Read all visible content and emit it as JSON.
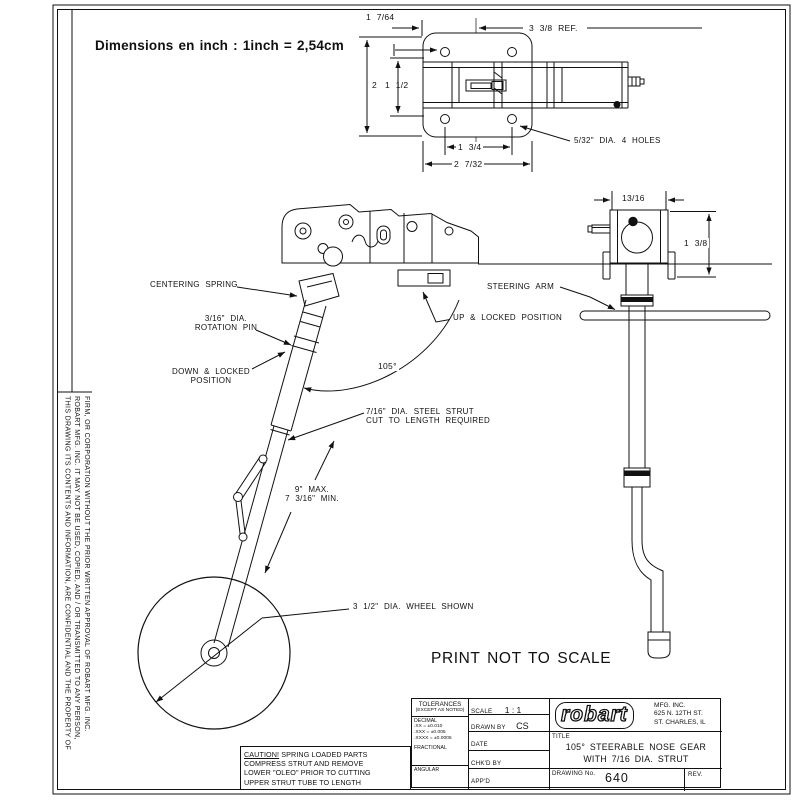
{
  "page": {
    "unit_note": "Dimensions en inch : 1inch = 2,54cm",
    "print_note": "PRINT NOT TO SCALE",
    "confidentiality": "THIS DRAWING ITS CONTENTS AND INFORMATION, ARE CONFIDENTIAL AND THE PROPERTY OF\nROBART MFG. INC. IT MAY NOT BE USED, COPIED, AND / OR TRANSMITTED TO ANY PERSON,\nFIRM, OR CORPORATION WITHOUT THE PRIOR WRITTEN APPROVAL OF ROBART MFG. INC."
  },
  "top_view": {
    "dim_1_7_64": "1 7/64",
    "dim_3_3_8": "3 3/8 REF.",
    "dim_2": "2",
    "dim_1_1_2": "1 1/2",
    "dim_1_3_4": "1 3/4",
    "dim_2_7_32": "2 7/32",
    "holes_note": "5/32\" DIA. 4 HOLES"
  },
  "side_view": {
    "centering_spring": "CENTERING SPRING",
    "rotation_pin": "3/16\" DIA.\nROTATION PIN",
    "down_locked": "DOWN & LOCKED\nPOSITION",
    "up_locked": "UP & LOCKED POSITION",
    "angle": "105°",
    "strut_note": "7/16\" DIA. STEEL STRUT\nCUT TO LENGTH REQUIRED",
    "length_note": "9\" MAX.\n7 3/16\" MIN.",
    "wheel_note": "3 1/2\" DIA. WHEEL SHOWN"
  },
  "right_view": {
    "dim_13_16": "13/16",
    "dim_1_3_8": "1 3/8",
    "steering_arm": "STEERING ARM"
  },
  "caution": {
    "title": "CAUTION!",
    "line1": " SPRING LOADED PARTS",
    "line2": "COMPRESS STRUT AND REMOVE",
    "line3": "LOWER \"OLEO\" PRIOR TO CUTTING",
    "line4": "UPPER STRUT TUBE TO LENGTH"
  },
  "title_block": {
    "tolerances": {
      "header": "TOLERANCES",
      "header_sub": "(EXCEPT AS NOTED)",
      "decimal_label": "DECIMAL",
      "decimal_lines": ".XX = ±0.010\n.XXX = ±0.005\n.XXXX = ±0.0005",
      "fractional_label": "FRACTIONAL",
      "angular_label": "ANGULAR"
    },
    "fields": {
      "scale_label": "SCALE",
      "scale_value": "1 : 1",
      "drawn_label": "DRAWN BY",
      "drawn_value": "CS",
      "date_label": "DATE",
      "chkd_label": "CHK'D BY",
      "appd_label": "APP'D"
    },
    "company": {
      "logo": "robart",
      "address": "MFG. INC.\n625 N. 12TH ST.\nST. CHARLES, IL"
    },
    "title_label": "TITLE",
    "title": "105° STEERABLE NOSE GEAR\nWITH 7/16 DIA. STRUT",
    "drawing_no_label": "DRAWING No.",
    "drawing_no": "640",
    "rev_label": "REV."
  }
}
